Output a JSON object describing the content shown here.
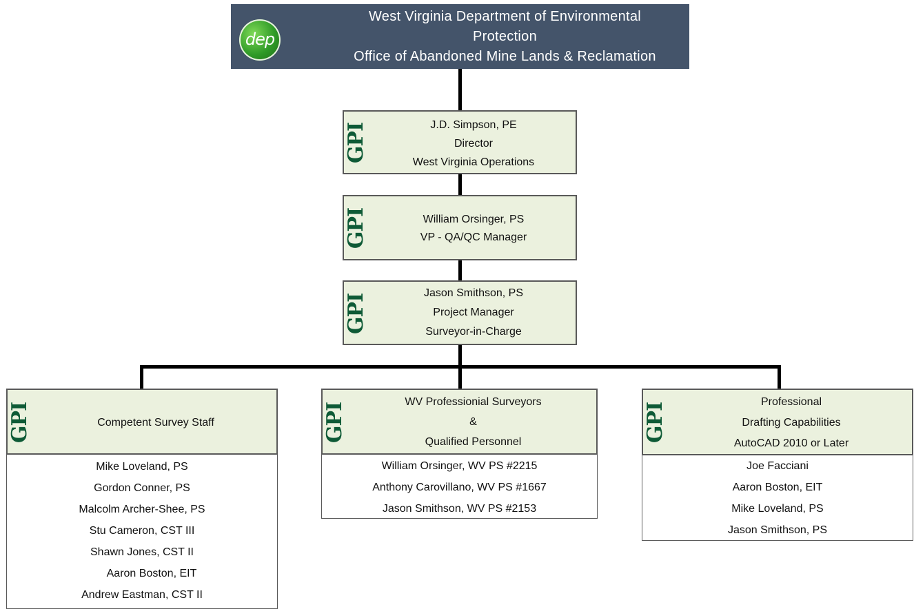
{
  "header": {
    "logo_text": "dep",
    "title_lines": [
      "West Virginia Department of Environmental",
      "Protection",
      "Office of Abandoned Mine Lands & Reclamation"
    ]
  },
  "gpi_label": "GPI",
  "director": {
    "lines": [
      "J.D. Simpson, PE",
      "Director",
      "West Virginia Operations"
    ]
  },
  "vp": {
    "lines": [
      "William Orsinger, PS",
      "VP - QA/QC Manager"
    ]
  },
  "pm": {
    "lines": [
      "Jason Smithson, PS",
      "Project Manager",
      "Surveyor-in-Charge"
    ]
  },
  "teams": {
    "survey": {
      "title": "Competent Survey Staff",
      "members": [
        "Mike Loveland, PS",
        "Gordon Conner, PS",
        "Malcolm Archer-Shee, PS",
        "Stu Cameron, CST III",
        "Shawn Jones, CST II",
        "Aaron Boston, EIT",
        "Andrew Eastman, CST II"
      ]
    },
    "surveyors": {
      "title_lines": [
        "WV Professionial Surveyors",
        "&",
        "Qualified Personnel"
      ],
      "members": [
        "William Orsinger, WV PS #2215",
        "Anthony Carovillano, WV PS #1667",
        "Jason Smithson, WV PS #2153"
      ]
    },
    "drafting": {
      "title_lines": [
        "Professional",
        "Drafting Capabilities",
        "AutoCAD 2010 or Later"
      ],
      "members": [
        "Joe Facciani",
        "Aaron Boston, EIT",
        "Mike Loveland, PS",
        "Jason Smithson, PS"
      ]
    }
  }
}
